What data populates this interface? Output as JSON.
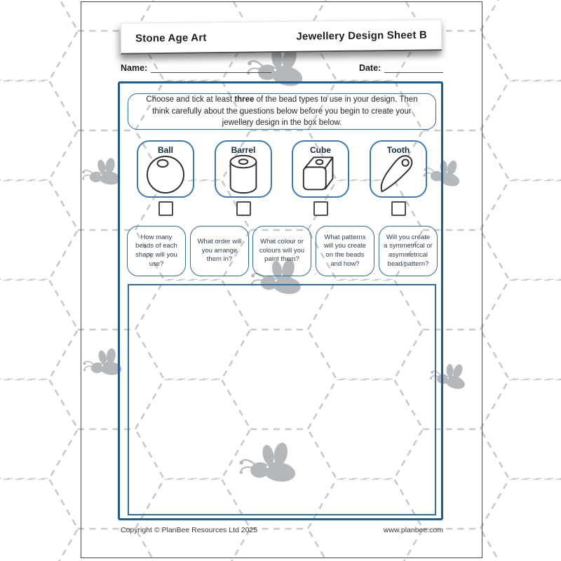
{
  "banner": {
    "left_title": "Stone Age Art",
    "right_title": "Jewellery Design Sheet B"
  },
  "fields": {
    "name_label": "Name:",
    "date_label": "Date:"
  },
  "instructions": {
    "part1": "Choose and tick at least ",
    "bold": "three",
    "part2": " of the bead types to use in your design. Then think carefully about the questions below before you begin to create your jewellery design in the box below."
  },
  "beads": [
    {
      "label": "Ball",
      "icon": "ball-bead-icon"
    },
    {
      "label": "Barrel",
      "icon": "barrel-bead-icon"
    },
    {
      "label": "Cube",
      "icon": "cube-bead-icon"
    },
    {
      "label": "Tooth",
      "icon": "tooth-bead-icon"
    }
  ],
  "questions": [
    "How many beads of each shape will you use?",
    "What order will you arrange them in?",
    "What colour or colours will you paint them?",
    "What patterns will you create on the beads and how?",
    "Will you create a symmetrical or asymmetrical bead pattern?"
  ],
  "footer": {
    "copyright": "Copyright © PlanBee Resources Ltd 2025",
    "website": "www.planbee.com"
  },
  "colors": {
    "outer_box_blue": "#205d93",
    "inner_border_blue": "#2e6da4",
    "card_border_blue": "#3a79b4",
    "pattern_gray": "#c7c9cb",
    "bee_gray": "#b5b8ba"
  }
}
